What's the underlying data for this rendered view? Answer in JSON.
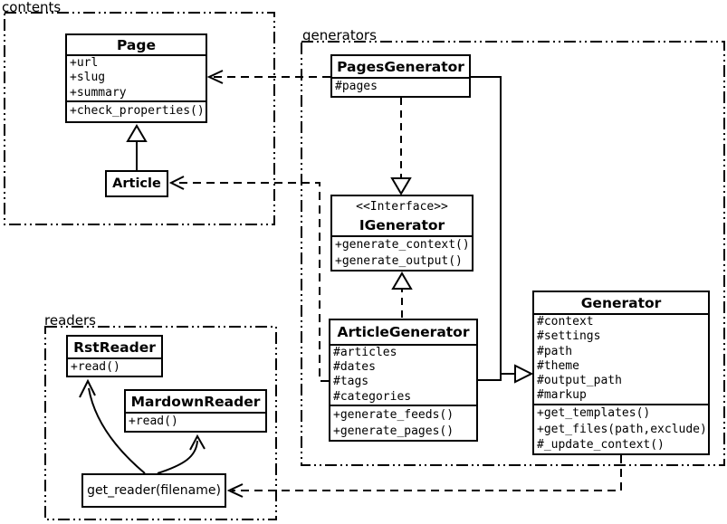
{
  "packages": {
    "contents": {
      "label": "contents"
    },
    "generators": {
      "label": "generators"
    },
    "readers": {
      "label": "readers"
    }
  },
  "classes": {
    "page": {
      "name": "Page",
      "attributes": [
        "+url",
        "+slug",
        "+summary"
      ],
      "methods": [
        "+check_properties()"
      ]
    },
    "article": {
      "name": "Article"
    },
    "pages_generator": {
      "name": "PagesGenerator",
      "attributes": [
        "#pages"
      ]
    },
    "igenerator": {
      "stereotype": "<<Interface>>",
      "name": "IGenerator",
      "methods": [
        "+generate_context()",
        "+generate_output()"
      ]
    },
    "article_generator": {
      "name": "ArticleGenerator",
      "attributes": [
        "#articles",
        "#dates",
        "#tags",
        "#categories"
      ],
      "methods": [
        "+generate_feeds()",
        "+generate_pages()"
      ]
    },
    "generator": {
      "name": "Generator",
      "attributes": [
        "#context",
        "#settings",
        "#path",
        "#theme",
        "#output_path",
        "#markup"
      ],
      "methods": [
        "+get_templates()",
        "+get_files(path,exclude)",
        "#_update_context()"
      ]
    },
    "rst_reader": {
      "name": "RstReader",
      "methods": [
        "+read()"
      ]
    },
    "mardown_reader": {
      "name": "MardownReader",
      "methods": [
        "+read()"
      ]
    },
    "get_reader": {
      "label": "get_reader(filename)"
    }
  },
  "relationships": [
    {
      "from": "Article",
      "to": "Page",
      "type": "inheritance"
    },
    {
      "from": "PagesGenerator",
      "to": "Generator",
      "type": "inheritance"
    },
    {
      "from": "ArticleGenerator",
      "to": "Generator",
      "type": "inheritance"
    },
    {
      "from": "PagesGenerator",
      "to": "IGenerator",
      "type": "realization"
    },
    {
      "from": "ArticleGenerator",
      "to": "IGenerator",
      "type": "realization"
    },
    {
      "from": "PagesGenerator",
      "to": "Page",
      "type": "dependency"
    },
    {
      "from": "ArticleGenerator",
      "to": "Article",
      "type": "dependency"
    },
    {
      "from": "Generator",
      "to": "get_reader(filename)",
      "type": "dependency"
    },
    {
      "from": "get_reader(filename)",
      "to": "RstReader",
      "type": "arrow"
    },
    {
      "from": "get_reader(filename)",
      "to": "MardownReader",
      "type": "arrow"
    }
  ],
  "colors": {
    "line": "#000000",
    "background": "#ffffff"
  }
}
